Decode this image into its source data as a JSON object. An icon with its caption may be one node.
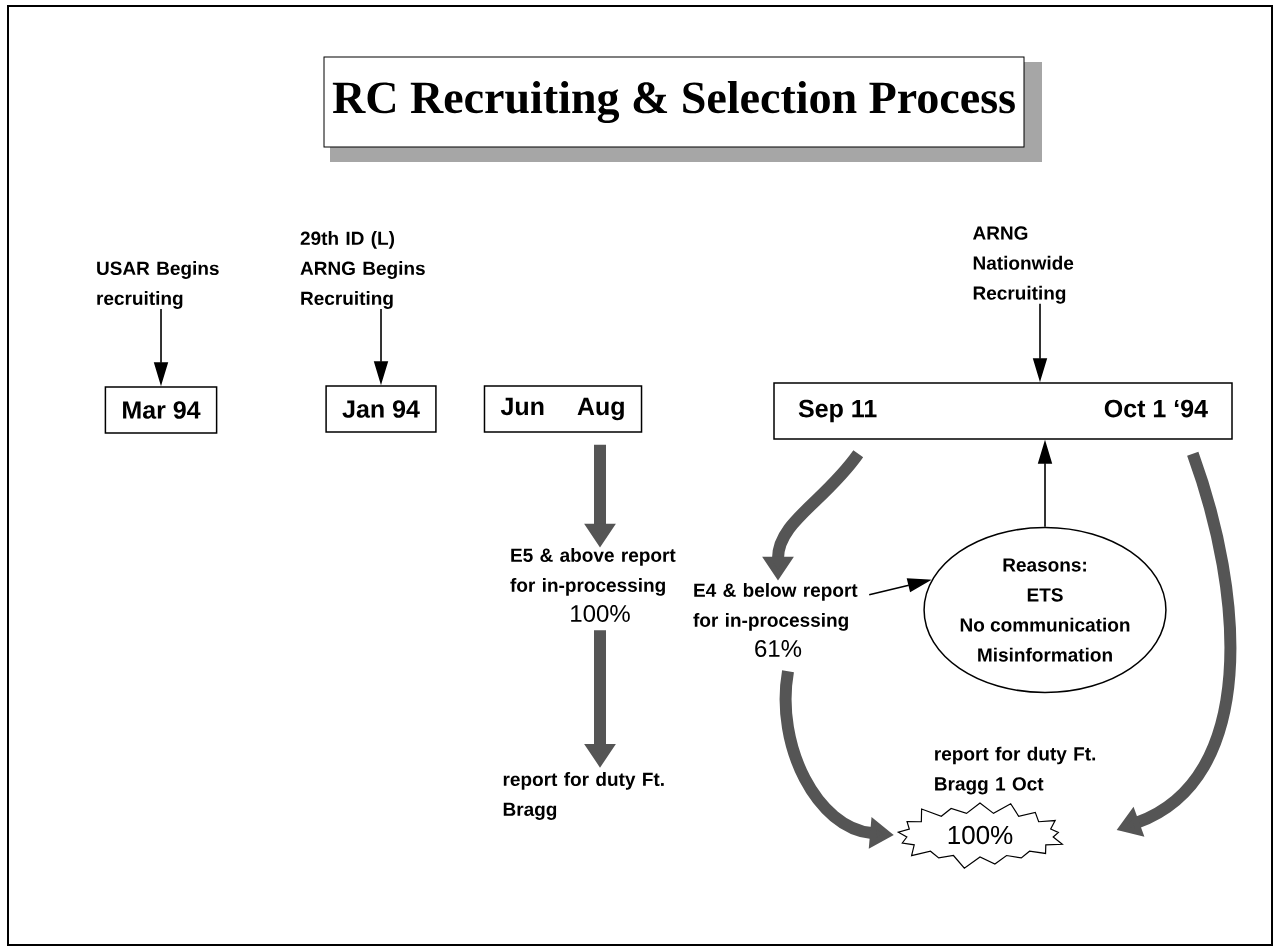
{
  "diagram": {
    "title": "RC Recruiting & Selection Process",
    "nodes": [
      {
        "text": [
          "USAR Begins recruiting"
        ]
      },
      {
        "text": [
          "Mar 94"
        ]
      },
      {
        "text": [
          "29th ID (L) ARNG Begins Recruiting"
        ]
      },
      {
        "text": [
          "Jan 94"
        ]
      },
      {
        "text": [
          "Jun",
          "Aug"
        ]
      },
      {
        "text": [
          "E5 & above report for in-processing",
          "100%"
        ]
      },
      {
        "text": [
          "report for duty Ft. Bragg"
        ]
      },
      {
        "text": [
          "ARNG Nationwide Recruiting"
        ]
      },
      {
        "text": [
          "Sep 11",
          "Oct 1 ‘94"
        ]
      },
      {
        "text": [
          "E4 & below report for in-processing",
          "61%"
        ]
      },
      {
        "text": [
          "Reasons:",
          "ETS",
          "No communication",
          "Misinformation"
        ]
      },
      {
        "text": [
          "100%"
        ],
        "beside": [
          "report for duty Ft. Bragg 1 Oct"
        ]
      }
    ],
    "edges": [
      {
        "from": 0,
        "to": 1,
        "arrow": "to"
      },
      {
        "from": 2,
        "to": 3,
        "arrow": "to"
      },
      {
        "from": 7,
        "to": 8,
        "arrow": "to"
      },
      {
        "from": 4,
        "to": 5,
        "arrow": "to",
        "style": "thick",
        "color": "#555555"
      },
      {
        "from": 5,
        "to": 6,
        "arrow": "to",
        "style": "thick",
        "color": "#555555"
      },
      {
        "from": 8,
        "to": 9,
        "arrow": "to",
        "style": "thick",
        "color": "#555555"
      },
      {
        "from": 9,
        "to": 10,
        "arrow": "to"
      },
      {
        "from": 10,
        "to": 8,
        "arrow": "to"
      },
      {
        "from": 9,
        "to": 11,
        "arrow": "to",
        "style": "thick",
        "color": "#555555"
      },
      {
        "from": 8,
        "to": 11,
        "arrow": "to",
        "style": "thick",
        "color": "#555555"
      }
    ]
  }
}
